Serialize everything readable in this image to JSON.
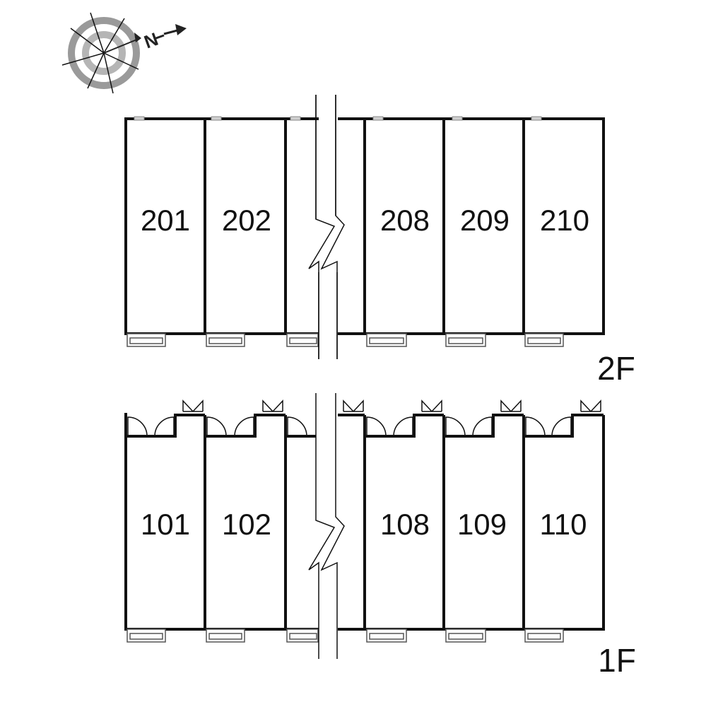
{
  "compass": {
    "north_label": "N"
  },
  "floors": [
    {
      "id": "2f",
      "label": "2F",
      "units": [
        "201",
        "202",
        "208",
        "209",
        "210"
      ]
    },
    {
      "id": "1f",
      "label": "1F",
      "units": [
        "101",
        "102",
        "108",
        "109",
        "110"
      ]
    }
  ]
}
